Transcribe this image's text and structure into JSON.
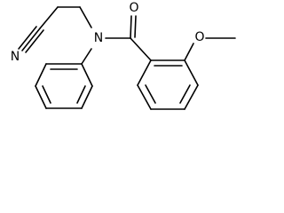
{
  "structure": {
    "atoms": {
      "nitrile_n": "N",
      "amide_n": "N",
      "carbonyl_o": "O",
      "methoxy_o": "O"
    },
    "colors": {
      "ink": "#000000",
      "background": "#ffffff"
    }
  }
}
